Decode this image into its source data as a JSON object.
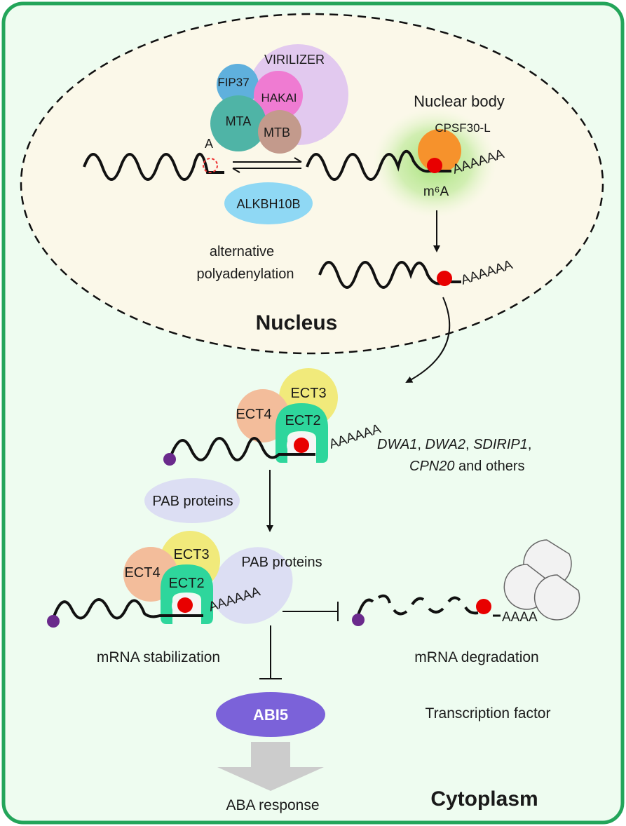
{
  "nucleus": {
    "title": "Nucleus",
    "writer_complex": [
      "VIRILIZER",
      "FIP37",
      "HAKAI",
      "MTA",
      "MTB"
    ],
    "eraser": "ALKBH10B",
    "unmodified_base": "A",
    "nuclear_body": "Nuclear body",
    "cpsf": "CPSF30-L",
    "m6a": "m⁶A",
    "polya": "AAAAAA",
    "apa_line1": "alternative",
    "apa_line2": "polyadenylation"
  },
  "cytoplasm": {
    "title": "Cytoplasm",
    "readers": {
      "ect4": "ECT4",
      "ect3": "ECT3",
      "ect2": "ECT2"
    },
    "pab": "PAB  proteins",
    "pab2": "PAB proteins",
    "polya_short": "AAAA",
    "targets": {
      "dwa1": "DWA1",
      "sep1": ", ",
      "dwa2": "DWA2",
      "sep2": ", ",
      "sdirip1": "SDIRIP1",
      "sep3": ",",
      "cpn20": "CPN20",
      "rest": " and others"
    },
    "stabilization": "mRNA stabilization",
    "degradation": "mRNA degradation",
    "abi5": "ABI5",
    "tf": "Transcription factor",
    "aba": "ABA response"
  },
  "colors": {
    "frame": "#23a55a",
    "background": "#eefcf0",
    "nucleus_fill": "#fbf8e9",
    "virilizer": "#e2c9ef",
    "fip37": "#5fb0dd",
    "hakai": "#ef7bd2",
    "mta": "#4fb4a6",
    "mtb": "#c39a8c",
    "alkbh10b": "#8fd8f4",
    "cpsf": "#f6922c",
    "m6a": "#e80000",
    "ect4": "#f3bd9b",
    "ect3": "#f1ea7b",
    "ect2": "#2ed69c",
    "pab": "#dcdef3",
    "abi5": "#7b62d9",
    "cap": "#6a2a8c",
    "aba_arrow": "#cccccc"
  }
}
